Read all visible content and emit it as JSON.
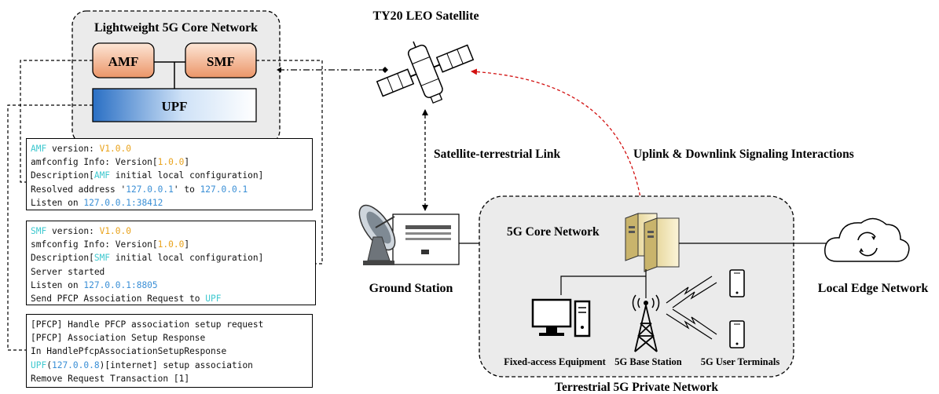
{
  "labels": {
    "core_title": "Lightweight 5G Core Network",
    "amf": "AMF",
    "smf": "SMF",
    "upf": "UPF",
    "satellite": "TY20 LEO Satellite",
    "sat_link": "Satellite-terrestrial Link",
    "signaling": "Uplink & Downlink Signaling Interactions",
    "ground_station": "Ground Station",
    "core_network": "5G Core Network",
    "local_edge": "Local Edge Network",
    "fixed_equipment": "Fixed-access Equipment",
    "base_station": "5G Base Station",
    "user_terminals": "5G User Terminals",
    "private_network": "Terrestrial 5G Private Network"
  },
  "logs": {
    "amf": [
      [
        {
          "t": "AMF",
          "c": "cyan"
        },
        {
          "t": " version: "
        },
        {
          "t": "V1.0.0",
          "c": "orange"
        }
      ],
      [
        {
          "t": "amfconfig Info: Version["
        },
        {
          "t": "1.0.0",
          "c": "orange"
        },
        {
          "t": "]"
        }
      ],
      [
        {
          "t": "Description["
        },
        {
          "t": "AMF",
          "c": "cyan"
        },
        {
          "t": " initial local configuration]"
        }
      ],
      [
        {
          "t": "Resolved address '"
        },
        {
          "t": "127.0.0.1",
          "c": "blue"
        },
        {
          "t": "' to "
        },
        {
          "t": "127.0.0.1",
          "c": "blue"
        }
      ],
      [
        {
          "t": "Listen on "
        },
        {
          "t": "127.0.0.1:38412",
          "c": "blue"
        }
      ]
    ],
    "smf": [
      [
        {
          "t": "SMF",
          "c": "cyan"
        },
        {
          "t": " version: "
        },
        {
          "t": "V1.0.0",
          "c": "orange"
        }
      ],
      [
        {
          "t": "smfconfig Info: Version["
        },
        {
          "t": "1.0.0",
          "c": "orange"
        },
        {
          "t": "]"
        }
      ],
      [
        {
          "t": "Description["
        },
        {
          "t": "SMF",
          "c": "cyan"
        },
        {
          "t": " initial local configuration]"
        }
      ],
      [
        {
          "t": "Server started"
        }
      ],
      [
        {
          "t": "Listen on "
        },
        {
          "t": "127.0.0.1:8805",
          "c": "blue"
        }
      ],
      [
        {
          "t": "Send PFCP Association Request to "
        },
        {
          "t": "UPF",
          "c": "cyan"
        }
      ]
    ],
    "upf": [
      [
        {
          "t": "[PFCP] Handle PFCP association setup request"
        }
      ],
      [
        {
          "t": "[PFCP] Association Setup Response"
        }
      ],
      [
        {
          "t": "In HandlePfcpAssociationSetupResponse"
        }
      ],
      [
        {
          "t": "UPF",
          "c": "cyan"
        },
        {
          "t": "("
        },
        {
          "t": "127.0.0.8",
          "c": "blue"
        },
        {
          "t": ")[internet] setup association"
        }
      ],
      [
        {
          "t": "Remove Request Transaction [1]"
        }
      ]
    ]
  }
}
